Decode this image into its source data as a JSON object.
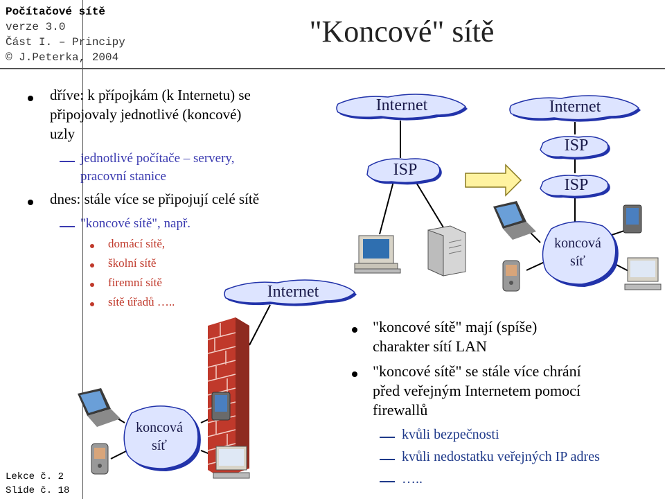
{
  "header": {
    "series_title": "Počítačové sítě",
    "version": "verze 3.0",
    "part": "Část I. – Principy",
    "author": "© J.Peterka, 2004",
    "slide_title": "\"Koncové\" sítě"
  },
  "footer": {
    "lesson": "Lekce č. 2",
    "slide": "Slide č. 18"
  },
  "left_text": {
    "b1_l1": "dříve: k přípojkám (k Internetu) se",
    "b1_l2": "připojovaly jednotlivé (koncové)",
    "b1_l3": "uzly",
    "b1_sub_l1": "jednotlivé počítače – servery,",
    "b1_sub_l2": "pracovní stanice",
    "b2": "dnes: stále více se připojují celé sítě",
    "b2_sub": "\"koncové sítě\", např.",
    "examples": [
      "domácí sítě,",
      "školní sítě",
      "firemní sítě",
      "sítě úřadů ….."
    ]
  },
  "right_text": {
    "b1_l1": "\"koncové sítě\" mají (spíše)",
    "b1_l2": "charakter sítí LAN",
    "b2_l1": "\"koncové sítě\" se stále více chrání",
    "b2_l2": "před veřejným Internetem pomocí",
    "b2_l3": "firewallů",
    "subs": [
      "kvůli bezpečnosti",
      "kvůli nedostatku veřejných IP adres",
      "….."
    ]
  },
  "diagram": {
    "internet_left": "Internet",
    "isp_left": "ISP",
    "internet_right": "Internet",
    "isp_right_1": "ISP",
    "isp_right_2": "ISP",
    "end_network_right_l1": "koncová",
    "end_network_right_l2": "síť",
    "internet_bottom": "Internet",
    "end_network_bottom_l1": "koncová",
    "end_network_bottom_l2": "síť"
  },
  "colors": {
    "cloud_fill": "#dde4ff",
    "cloud_shadow": "#2233aa",
    "brick": "#c0392b",
    "arrow_fill": "#fff3a0"
  }
}
